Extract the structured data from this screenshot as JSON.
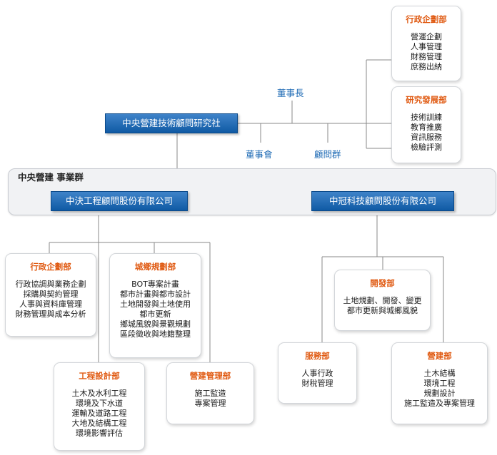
{
  "top": {
    "company": "中央營建技術顧問研究社",
    "chairman": "董事長",
    "board": "董事會",
    "advisors": "顧問群",
    "departments": [
      {
        "title": "行政企劃部",
        "items": [
          "營運企劃",
          "人事管理",
          "財務管理",
          "庶務出納"
        ]
      },
      {
        "title": "研究發展部",
        "items": [
          "技術訓練",
          "教育推廣",
          "資訊服務",
          "檢驗評測"
        ]
      }
    ]
  },
  "group": {
    "label": "中央營建  事業群",
    "company_a": "中決工程顧問股份有限公司",
    "company_b": "中冠科技顧問股份有限公司"
  },
  "company_a_departments": [
    {
      "title": "行政企劃部",
      "items": [
        "行政協調與業務企劃",
        "採購與契約管理",
        "人事與資料庫管理",
        "財務管理與成本分析"
      ]
    },
    {
      "title": "城鄉規劃部",
      "items": [
        "BOT專案計畫",
        "都市計畫與都市設計",
        "土地開發與土地使用",
        "都市更新",
        "鄉城風貌與景觀規劃",
        "區段徵收與地籍整理"
      ]
    },
    {
      "title": "工程設計部",
      "items": [
        "土木及水利工程",
        "環境及下水道",
        "運輸及道路工程",
        "大地及結構工程",
        "環境影響評估"
      ]
    },
    {
      "title": "營建管理部",
      "items": [
        "施工監造",
        "專案管理"
      ]
    }
  ],
  "company_b_departments": [
    {
      "title": "開發部",
      "items": [
        "土地規劃、開發、變更",
        "都市更新與城鄉風貌"
      ]
    },
    {
      "title": "服務部",
      "items": [
        "人事行政",
        "財稅管理"
      ]
    },
    {
      "title": "營建部",
      "items": [
        "土木結構",
        "環境工程",
        "規劃設計",
        "施工監造及專案管理"
      ]
    }
  ]
}
